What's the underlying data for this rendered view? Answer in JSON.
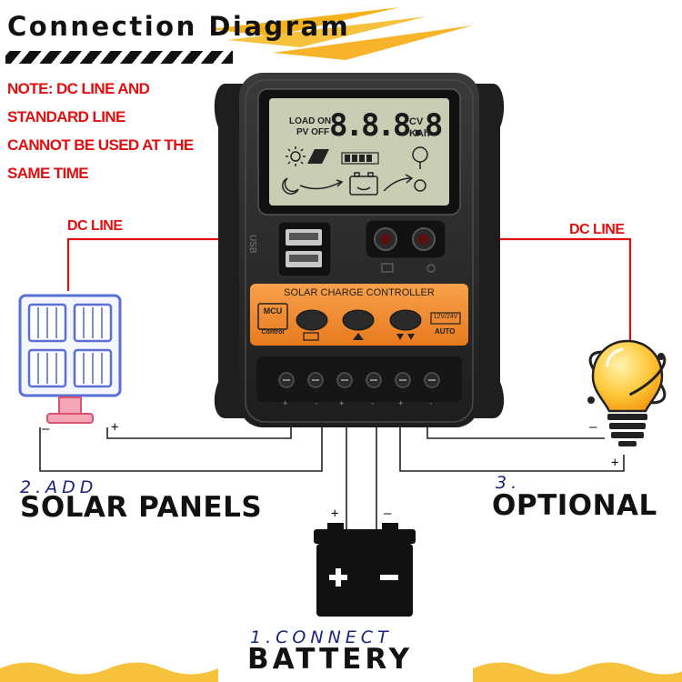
{
  "header": {
    "title": "Connection Diagram"
  },
  "note": {
    "lines": [
      "NOTE: DC LINE AND",
      "STANDARD LINE",
      "CANNOT BE USED AT THE",
      "SAME TIME"
    ]
  },
  "dc_line_left": "DC LINE",
  "dc_line_right": "DC LINE",
  "controller": {
    "lcd_load_on": "LOAD ON",
    "lcd_pv_off": "PV OFF",
    "lcd_digits": "8.8.8.8",
    "lcd_unit_v": "CV",
    "lcd_unit_kah": "KAh",
    "usb_label": "USB",
    "panel_title": "SOLAR CHARGE CONTROLLER",
    "mcu_label": "MCU",
    "mcu_sub": "Control",
    "voltage_label": "12V/24V",
    "auto_label": "AUTO"
  },
  "steps": [
    {
      "num": "2.ADD",
      "label": "SOLAR PANELS"
    },
    {
      "num": "3.",
      "label": "OPTIONAL"
    },
    {
      "num": "1.CONNECT",
      "label": "BATTERY"
    }
  ],
  "polarity": {
    "panel_minus": "–",
    "panel_plus": "+",
    "battery_plus": "+",
    "battery_minus": "–",
    "load_minus": "–",
    "load_plus": "+"
  },
  "colors": {
    "accent_red": "#e01010",
    "controller_orange": "#f08a2c",
    "lcd_green": "#c9cdb3",
    "step_blue": "#1a237e",
    "panel_blue": "#5b6ed6"
  },
  "icons": [
    "solar-panel-icon",
    "light-bulb-icon",
    "battery-icon",
    "sun-icon",
    "usb-port-icon"
  ]
}
